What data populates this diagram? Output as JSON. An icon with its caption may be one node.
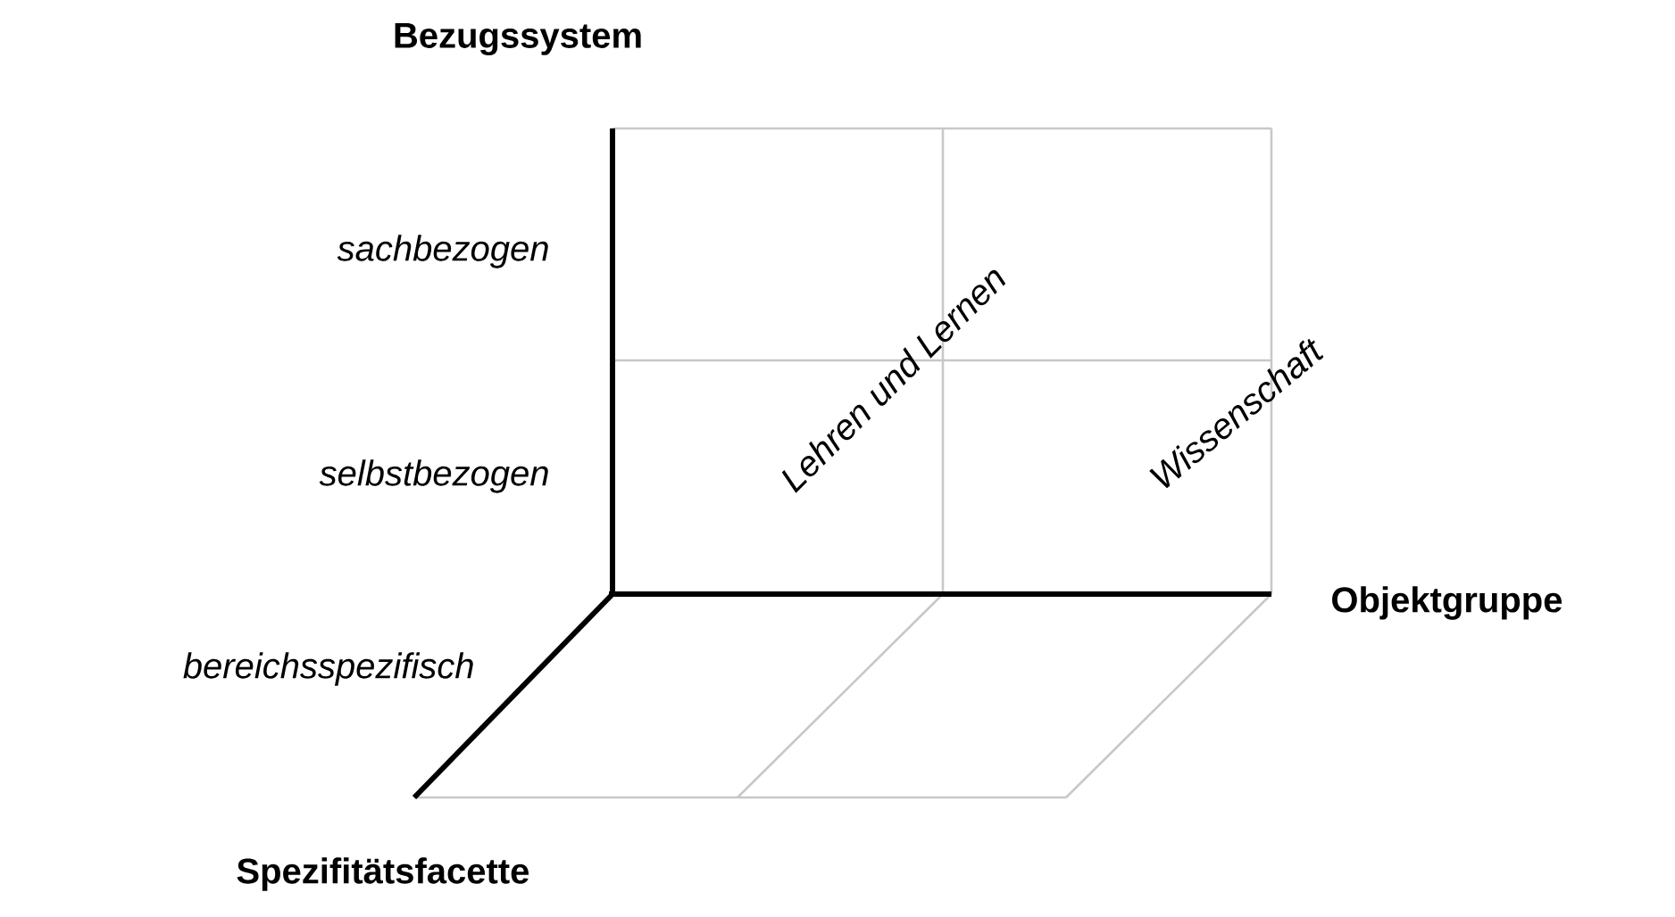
{
  "diagram": {
    "labels": [
      "Bezugssystem",
      "sachbezogen",
      "Lehren und Lernen",
      "Wissenschaft",
      "selbstbezogen",
      "Objektgruppe",
      "bereichsspezifisch",
      "Spezifitätsfacette"
    ]
  }
}
